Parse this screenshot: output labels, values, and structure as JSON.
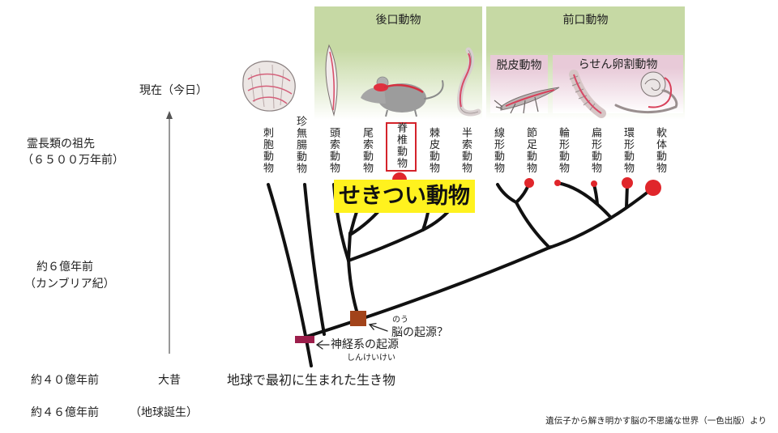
{
  "groups": {
    "deuterostome": "後口動物",
    "protostome": "前口動物",
    "ecdysozoa": "脱皮動物",
    "spiralia": "らせん卵割動物"
  },
  "timeline": {
    "present": "現在（今日）",
    "primate_ancestor": "霊長類の祖先",
    "primate_ancestor_age": "（６５００万年前）",
    "cambrian_age": "約６億年前",
    "cambrian": "（カンブリア紀）",
    "first_life_age": "約４０億年前",
    "ancient": "大昔",
    "earth_birth_age": "約４６億年前",
    "earth_birth": "（地球誕生）"
  },
  "taxa": [
    "刺胞動物",
    "珍無腸動物",
    "頭索動物",
    "尾索動物",
    "脊椎動物",
    "棘皮動物",
    "半索動物",
    "線形動物",
    "節足動物",
    "輪形動物",
    "扁形動物",
    "環形動物",
    "軟体動物"
  ],
  "highlight_label": "せきつい動物",
  "annotations": {
    "nervous_origin": "神経系の起源",
    "nervous_ruby": "しんけいけい",
    "brain_ruby": "のう",
    "brain_origin": "脳の起源？",
    "first_life": "地球で最初に生まれた生き物"
  },
  "citation": "遺伝子から解き明かす脳の不思議な世界（一色出版）より",
  "colors": {
    "band_green": "#c6d9a4",
    "band_pink": "#e8cad8",
    "highlight_yellow": "#fff21e",
    "dot_red": "#e0262b",
    "box_red": "#d4232b",
    "nervous_mark": "#9c1e4b",
    "brain_mark": "#a2431a",
    "tree_line": "#111111"
  }
}
